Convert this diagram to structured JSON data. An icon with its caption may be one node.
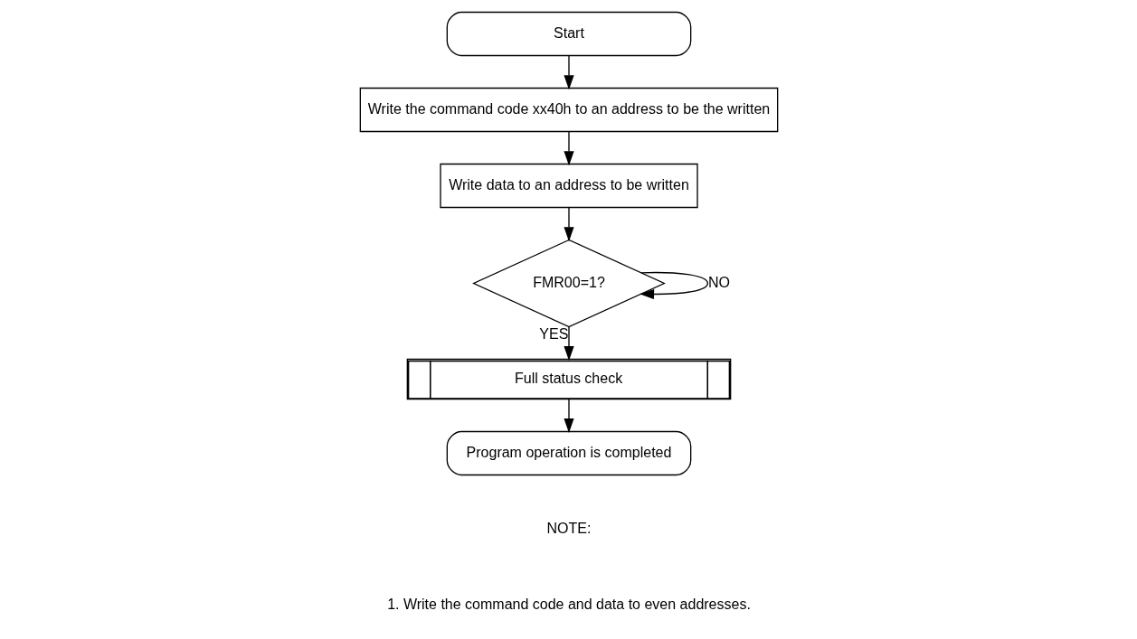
{
  "diagram": {
    "nodes": [
      {
        "text": [
          "Start"
        ]
      },
      {
        "text": [
          "Write the command code xx40h to an address to be the written"
        ]
      },
      {
        "text": [
          "Write data to an address to be written"
        ]
      },
      {
        "text": [
          "FMR00=1?"
        ]
      },
      {
        "text": [
          "Full status check"
        ]
      },
      {
        "text": [
          "Program operation is completed"
        ]
      }
    ],
    "edges": [
      {
        "from": 0,
        "to": 1,
        "arrow": "to"
      },
      {
        "from": 1,
        "to": 2,
        "arrow": "to"
      },
      {
        "from": 2,
        "to": 3,
        "arrow": "to"
      },
      {
        "from": 3,
        "to": 3,
        "arrow": "to",
        "label": "NO"
      },
      {
        "from": 3,
        "to": 4,
        "arrow": "to",
        "label": "YES"
      },
      {
        "from": 4,
        "to": 5,
        "arrow": "to"
      }
    ],
    "labels": [
      "NOTE:",
      "1. Write the command code and data to even addresses."
    ]
  }
}
